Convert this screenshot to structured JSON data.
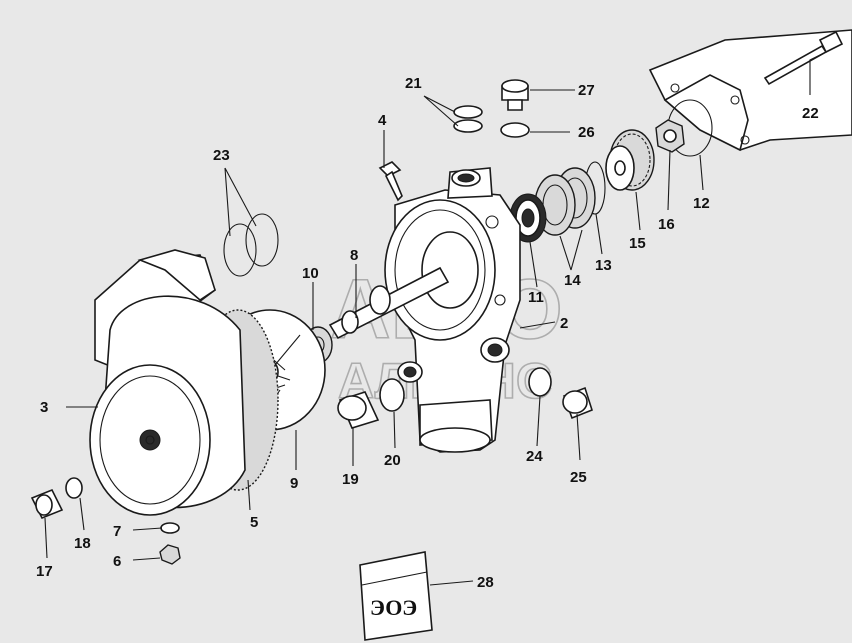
{
  "watermark": {
    "line1": "АВТО",
    "line2": "АЛЬЯНС"
  },
  "callouts": [
    {
      "id": "2",
      "text": "2"
    },
    {
      "id": "3",
      "text": "3"
    },
    {
      "id": "4",
      "text": "4"
    },
    {
      "id": "5",
      "text": "5"
    },
    {
      "id": "6",
      "text": "6"
    },
    {
      "id": "7",
      "text": "7"
    },
    {
      "id": "8",
      "text": "8"
    },
    {
      "id": "9",
      "text": "9"
    },
    {
      "id": "10",
      "text": "10"
    },
    {
      "id": "11",
      "text": "11"
    },
    {
      "id": "12",
      "text": "12"
    },
    {
      "id": "13",
      "text": "13"
    },
    {
      "id": "14",
      "text": "14"
    },
    {
      "id": "15",
      "text": "15"
    },
    {
      "id": "16",
      "text": "16"
    },
    {
      "id": "17",
      "text": "17"
    },
    {
      "id": "18",
      "text": "18"
    },
    {
      "id": "19",
      "text": "19"
    },
    {
      "id": "20",
      "text": "20"
    },
    {
      "id": "21",
      "text": "21"
    },
    {
      "id": "22",
      "text": "22"
    },
    {
      "id": "23",
      "text": "23"
    },
    {
      "id": "24",
      "text": "24"
    },
    {
      "id": "25",
      "text": "25"
    },
    {
      "id": "26",
      "text": "26"
    },
    {
      "id": "27",
      "text": "27"
    },
    {
      "id": "28",
      "text": "28"
    }
  ],
  "kit_label": "ЭОЭ"
}
